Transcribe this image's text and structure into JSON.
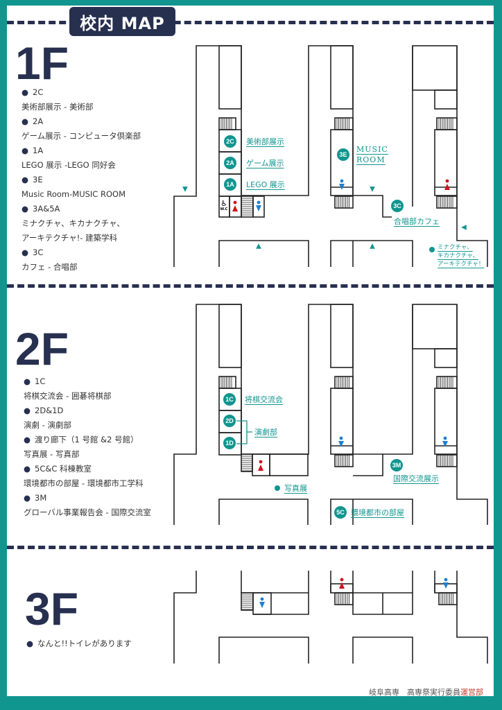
{
  "title": "校内 MAP",
  "floors": {
    "f1": {
      "label": "1F",
      "items": [
        {
          "code": "2C",
          "desc": "美術部展示 - 美術部"
        },
        {
          "code": "2A",
          "desc": "ゲーム展示 - コンピュータ倶楽部"
        },
        {
          "code": "1A",
          "desc": "LEGO 展示 -LEGO 同好会"
        },
        {
          "code": "3E",
          "desc": "Music Room-MUSIC ROOM"
        },
        {
          "code": "3A&5A",
          "desc": "ミナクチャ、キカナクチャ、",
          "desc2": "アーキテクチャ!- 建築学科"
        },
        {
          "code": "3C",
          "desc": "カフェ - 合唱部"
        }
      ],
      "map": {
        "b2c": "2C",
        "b2a": "2A",
        "b1a": "1A",
        "b3e": "3E",
        "b3c": "3C",
        "l2c": "美術部展示",
        "l2a": "ゲーム展示",
        "l1a": "LEGO 展示",
        "music1": "MUSIC",
        "music2": "ROOM",
        "l3c": "合唱部カフェ",
        "arch1": "ミナクチャ、",
        "arch2": "キカナクチャ、",
        "arch3": "アーキテクチャ！",
        "wc": "W.C"
      }
    },
    "f2": {
      "label": "2F",
      "items": [
        {
          "code": "1C",
          "desc": "将棋交流会 - 囲碁将棋部"
        },
        {
          "code": "2D&1D",
          "desc": "演劇 - 演劇部"
        },
        {
          "code": "渡り廊下（1 号館 &2 号館）",
          "desc": "写真展 - 写真部"
        },
        {
          "code": "5C&C 科棟教室",
          "desc": "環境都市の部屋 - 環境都市工学科"
        },
        {
          "code": "3M",
          "desc": "グローバル事業報告会 - 国際交流室"
        }
      ],
      "map": {
        "b1c": "1C",
        "b2d": "2D",
        "b1d": "1D",
        "b3m": "3M",
        "b5c": "5C",
        "l1c": "将棋交流会",
        "ldrama": "演劇部",
        "l3m": "国際交流展示",
        "lphoto": "写真展",
        "l5c": "環境都市の部屋"
      }
    },
    "f3": {
      "label": "3F",
      "items": [
        {
          "desc": "なんと!!トイレがあります"
        }
      ]
    }
  },
  "footer": {
    "org": "岐阜高専　高専祭実行委員",
    "dept": "運営部"
  },
  "colors": {
    "teal": "#11958f",
    "navy": "#27304f",
    "female": "#d0121b",
    "male": "#1e7fd0"
  }
}
